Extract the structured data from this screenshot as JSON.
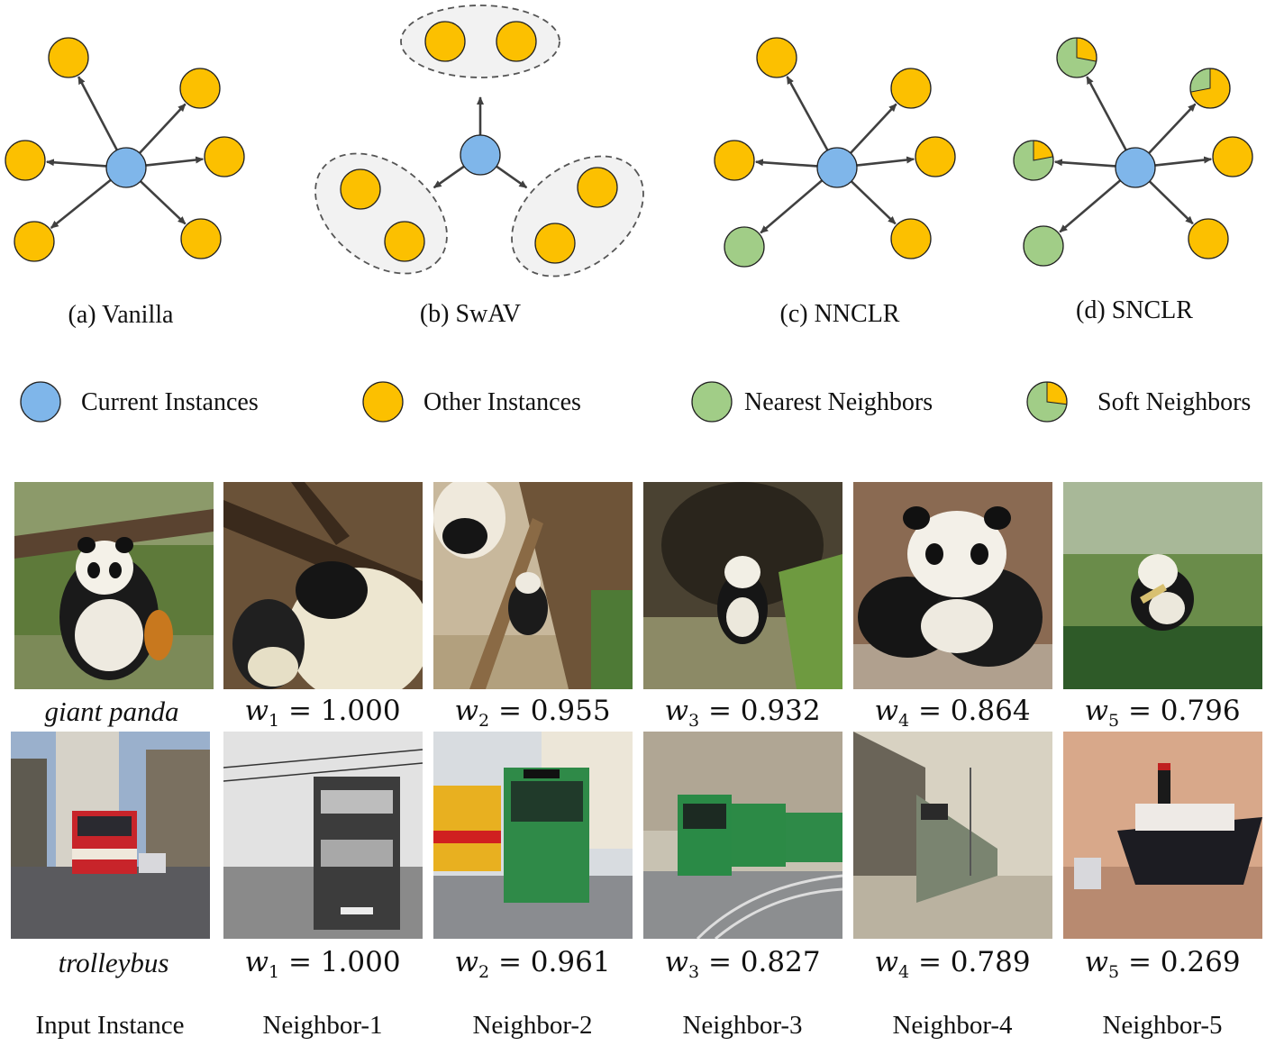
{
  "colors": {
    "current": "#7fb6ea",
    "other": "#fcc000",
    "neighbor": "#a1cd87",
    "arrow": "#404040",
    "cluster_fill": "#f2f2f2"
  },
  "diagrams": [
    {
      "label": "(a) Vanilla"
    },
    {
      "label": "(b) SwAV"
    },
    {
      "label": "(c) NNCLR"
    },
    {
      "label": "(d) SNCLR"
    }
  ],
  "legend": [
    {
      "label": "Current Instances",
      "icon": "blue-circle-icon"
    },
    {
      "label": "Other Instances",
      "icon": "yellow-circle-icon"
    },
    {
      "label": "Nearest Neighbors",
      "icon": "green-circle-icon"
    },
    {
      "label": "Soft Neighbors",
      "icon": "pie-circle-icon"
    }
  ],
  "rows": [
    {
      "class_label": "giant panda",
      "input_image": "giant-panda-photo",
      "neighbors": [
        {
          "w": "w",
          "sub": "1",
          "value": "= 1.000",
          "image": "panda-photo"
        },
        {
          "w": "w",
          "sub": "2",
          "value": "= 0.955",
          "image": "panda-photo"
        },
        {
          "w": "w",
          "sub": "3",
          "value": "= 0.932",
          "image": "panda-photo"
        },
        {
          "w": "w",
          "sub": "4",
          "value": "= 0.864",
          "image": "panda-photo"
        },
        {
          "w": "w",
          "sub": "5",
          "value": "= 0.796",
          "image": "panda-photo"
        }
      ]
    },
    {
      "class_label": "trolleybus",
      "input_image": "trolleybus-photo",
      "neighbors": [
        {
          "w": "w",
          "sub": "1",
          "value": "= 1.000",
          "image": "trolleybus-photo"
        },
        {
          "w": "w",
          "sub": "2",
          "value": "= 0.961",
          "image": "tram-photo"
        },
        {
          "w": "w",
          "sub": "3",
          "value": "= 0.827",
          "image": "tram-photo"
        },
        {
          "w": "w",
          "sub": "4",
          "value": "= 0.789",
          "image": "tram-photo"
        },
        {
          "w": "w",
          "sub": "5",
          "value": "= 0.269",
          "image": "ship-photo"
        }
      ]
    }
  ],
  "columns": [
    "Input Instance",
    "Neighbor-1",
    "Neighbor-2",
    "Neighbor-3",
    "Neighbor-4",
    "Neighbor-5"
  ]
}
